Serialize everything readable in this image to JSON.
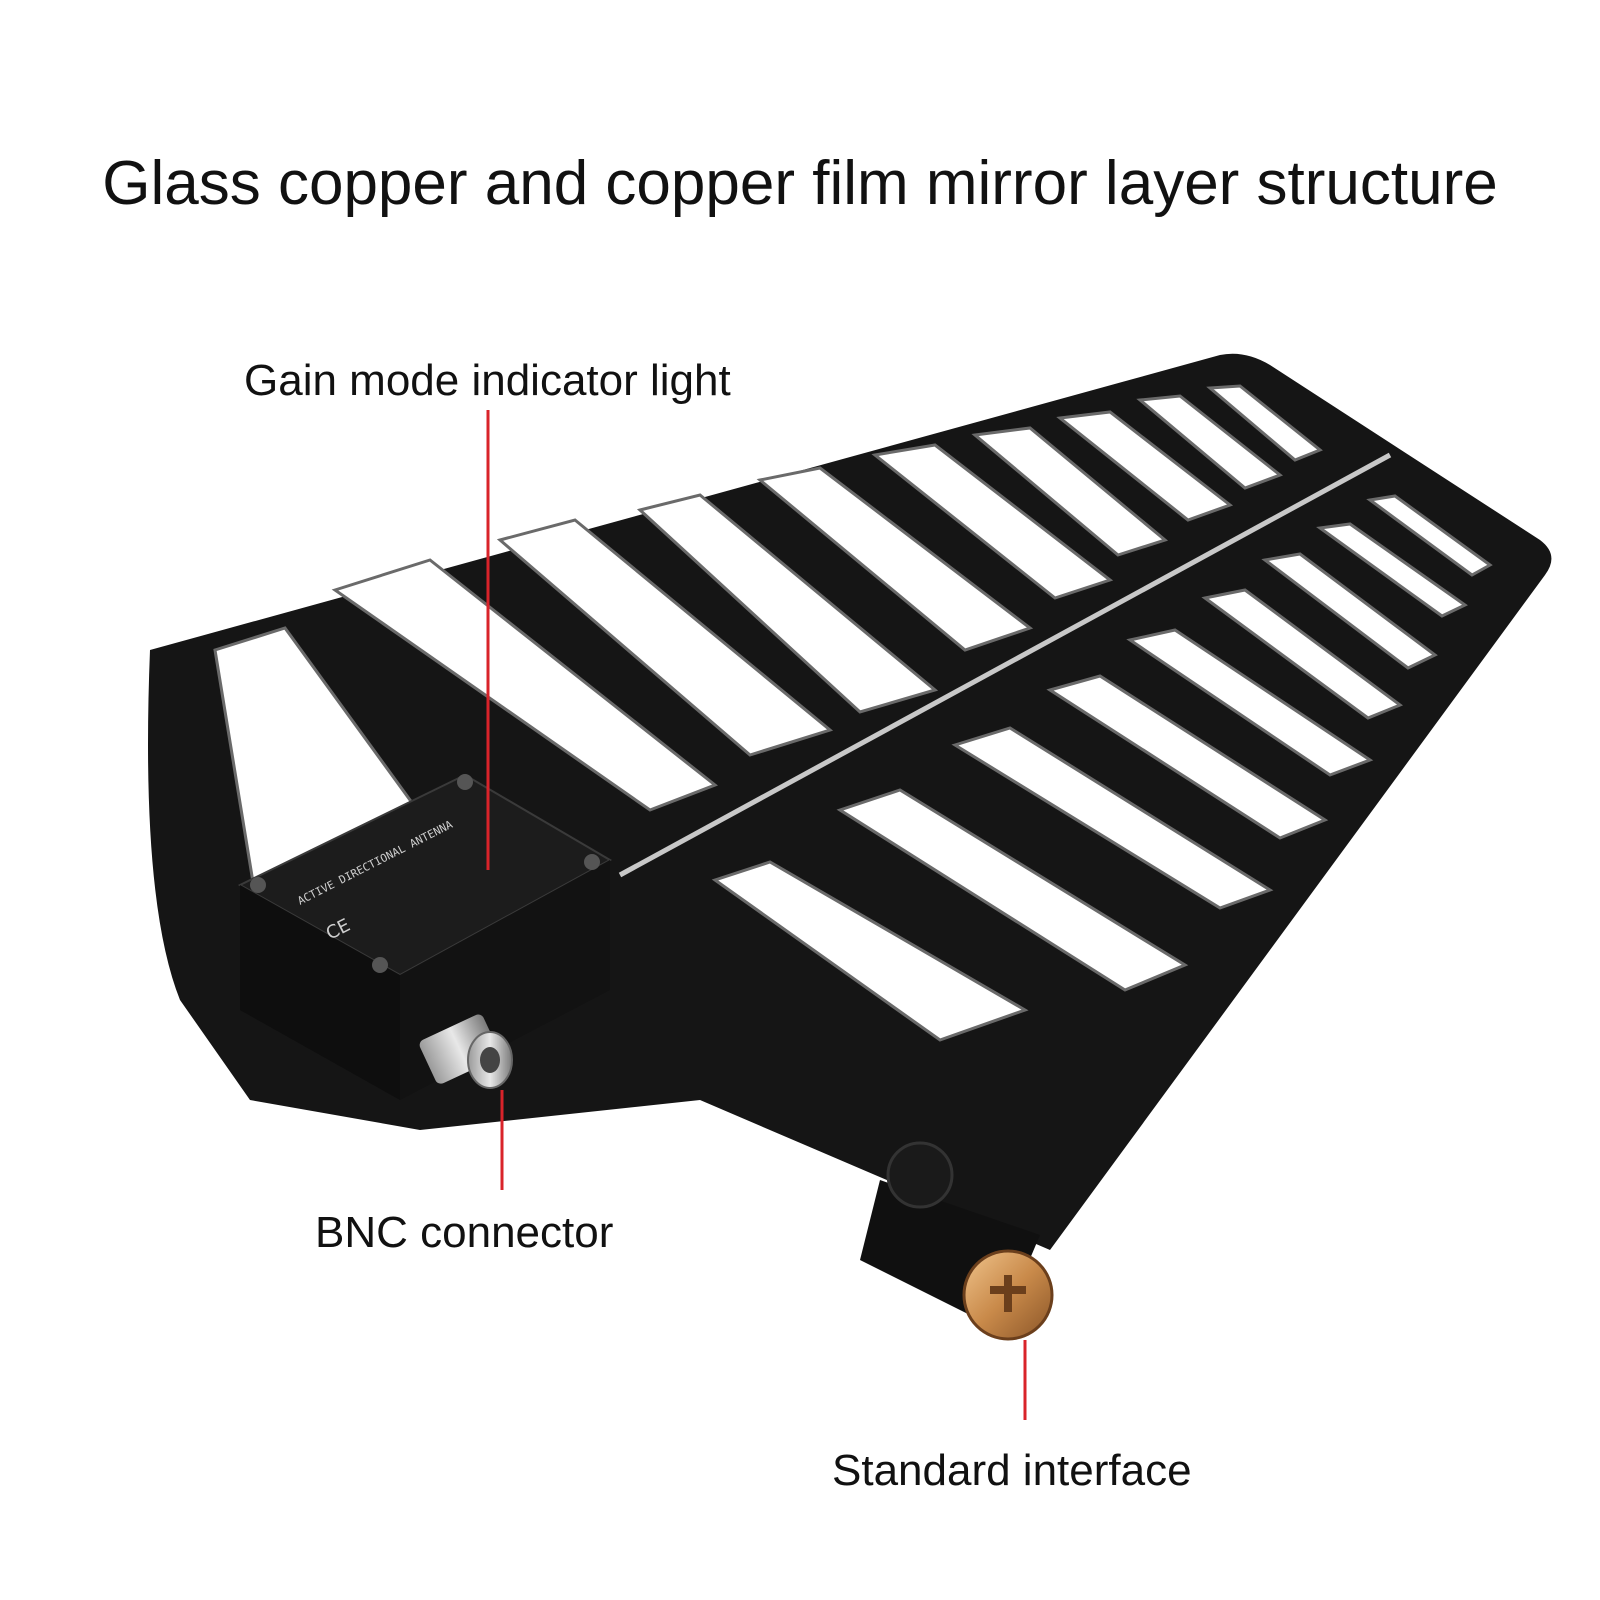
{
  "title": "Glass copper and copper film mirror layer structure",
  "callouts": {
    "gain_light": "Gain mode indicator light",
    "bnc": "BNC connector",
    "standard": "Standard interface"
  },
  "colors": {
    "antenna_body": "#151515",
    "leader_line": "#d9232a",
    "brass": "#c98a4a"
  }
}
